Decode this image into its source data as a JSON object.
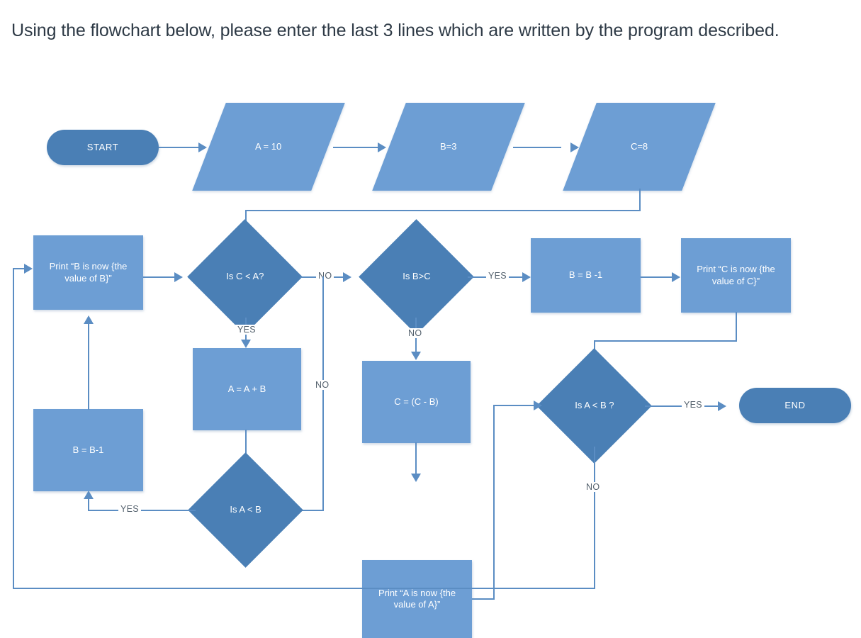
{
  "question": {
    "text": "Using the flowchart below, please enter the last 3 lines which are written by the program described."
  },
  "colors": {
    "terminal_fill": "#4a7fb5",
    "decision_fill": "#4a7fb5",
    "process_fill": "#6d9ed4",
    "data_fill": "#6d9ed4",
    "connector": "#5b8dc3",
    "node_text": "#ffffff",
    "edge_label_text": "#54616d",
    "question_text": "#2e3a46",
    "background": "#ffffff"
  },
  "flowchart": {
    "nodes": {
      "start": {
        "label": "START",
        "type": "terminal"
      },
      "a_init": {
        "label": "A = 10",
        "type": "data"
      },
      "b_init": {
        "label": "B=3",
        "type": "data"
      },
      "c_init": {
        "label": "C=8",
        "type": "data"
      },
      "print_b": {
        "label": "Print “B is now {the value of B}”",
        "line1": "Print “B is now {the",
        "line2": "value of B}”",
        "type": "process"
      },
      "is_c_lt_a": {
        "label": "Is C < A?",
        "type": "decision"
      },
      "is_b_gt_c": {
        "label": "Is B>C",
        "type": "decision"
      },
      "b_minus_1_top": {
        "label": "B = B -1",
        "type": "process"
      },
      "print_c": {
        "label": "Print “C is now {the value of C}”",
        "line1": "Print “C is now {the",
        "line2": "value of C}”",
        "type": "process"
      },
      "a_plus_b": {
        "label": "A = A + B",
        "type": "process"
      },
      "c_minus_b": {
        "label": "C = (C - B)",
        "type": "decision_none",
        "type_real": "process"
      },
      "is_a_lt_b_q": {
        "label": "Is A < B ?",
        "type": "decision"
      },
      "end": {
        "label": "END",
        "type": "terminal"
      },
      "b_minus_1_left": {
        "label": "B = B-1",
        "type": "process"
      },
      "is_a_lt_b": {
        "label": "Is A < B",
        "type": "decision"
      },
      "print_a": {
        "label": "Print “A is now {the value of A}”",
        "line1": "Print “A is now {the",
        "line2": "value of A}”",
        "type": "process"
      }
    },
    "edge_labels": {
      "c_lt_a_yes": "YES",
      "c_lt_a_no_vertical": "NO",
      "c_lt_a_no_right": "NO",
      "b_gt_c_yes": "YES",
      "b_gt_c_no": "NO",
      "a_lt_b_yes_left": "YES",
      "a_lt_b_q_yes": "YES",
      "a_lt_b_q_no": "NO"
    }
  }
}
